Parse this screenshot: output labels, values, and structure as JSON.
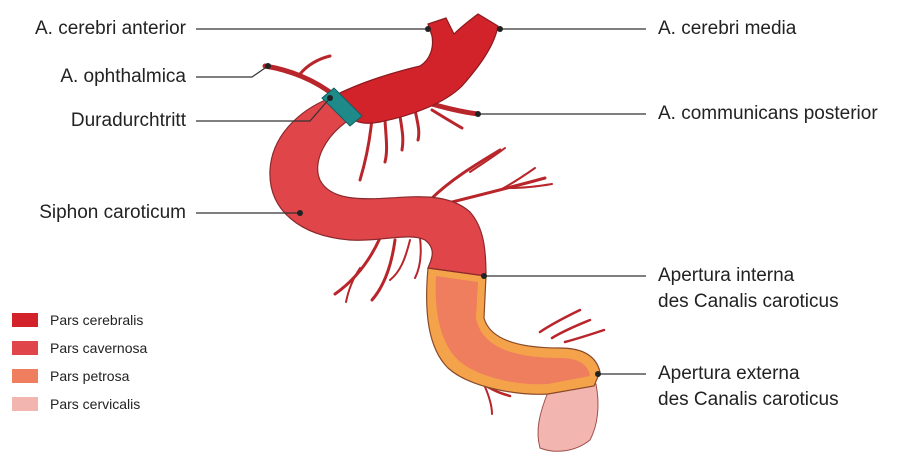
{
  "labels": {
    "cerebri_anterior": "A. cerebri anterior",
    "ophthalmica": "A. ophthalmica",
    "duradurchtritt": "Duradurchtritt",
    "siphon": "Siphon caroticum",
    "cerebri_media": "A. cerebri media",
    "communicans_posterior": "A. communicans posterior",
    "apertura_interna_1": "Apertura interna",
    "apertura_interna_2": "des Canalis caroticus",
    "apertura_externa_1": "Apertura externa",
    "apertura_externa_2": "des Canalis caroticus"
  },
  "legend": [
    {
      "label": "Pars cerebralis",
      "color": "#d2232a"
    },
    {
      "label": "Pars cavernosa",
      "color": "#e0454a"
    },
    {
      "label": "Pars petrosa",
      "color": "#ef7e5e"
    },
    {
      "label": "Pars cervicalis",
      "color": "#f2b5b0"
    }
  ],
  "colors": {
    "cerebralis": "#d2232a",
    "cavernosa": "#e0454a",
    "petrosa": "#ef7e5e",
    "petrosa_canal": "#f5a34a",
    "cervicalis": "#f2b5b0",
    "dura_ring": "#1f8a8a",
    "branch": "#b8262b",
    "leader_line": "#333333"
  }
}
